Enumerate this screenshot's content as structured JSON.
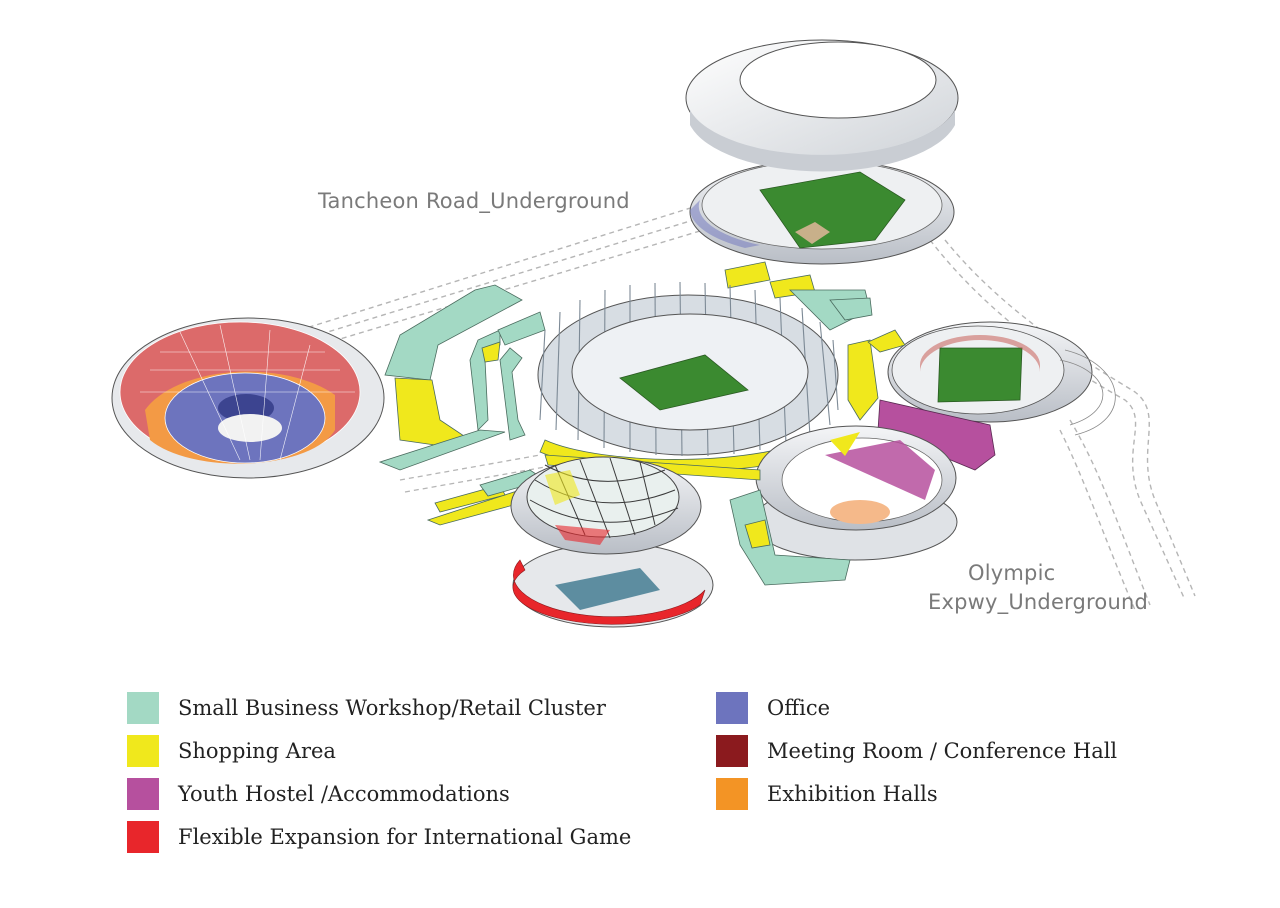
{
  "labels": {
    "tancheon_road": "Tancheon Road_Underground",
    "olympic_line1": "Olympic",
    "olympic_line2": "Expwy_Underground"
  },
  "legend": {
    "left": [
      {
        "label": "Small Business Workshop/Retail Cluster",
        "color": "#a3d9c4"
      },
      {
        "label": "Shopping Area",
        "color": "#f0e81c"
      },
      {
        "label": "Youth Hostel /Accommodations",
        "color": "#b6509e"
      },
      {
        "label": "Flexible Expansion for International Game",
        "color": "#e8262b"
      }
    ],
    "right": [
      {
        "label": "Office",
        "color": "#6d74be"
      },
      {
        "label": "Meeting Room / Conference Hall",
        "color": "#8b1a1e"
      },
      {
        "label": "Exhibition Halls",
        "color": "#f39425"
      }
    ]
  }
}
